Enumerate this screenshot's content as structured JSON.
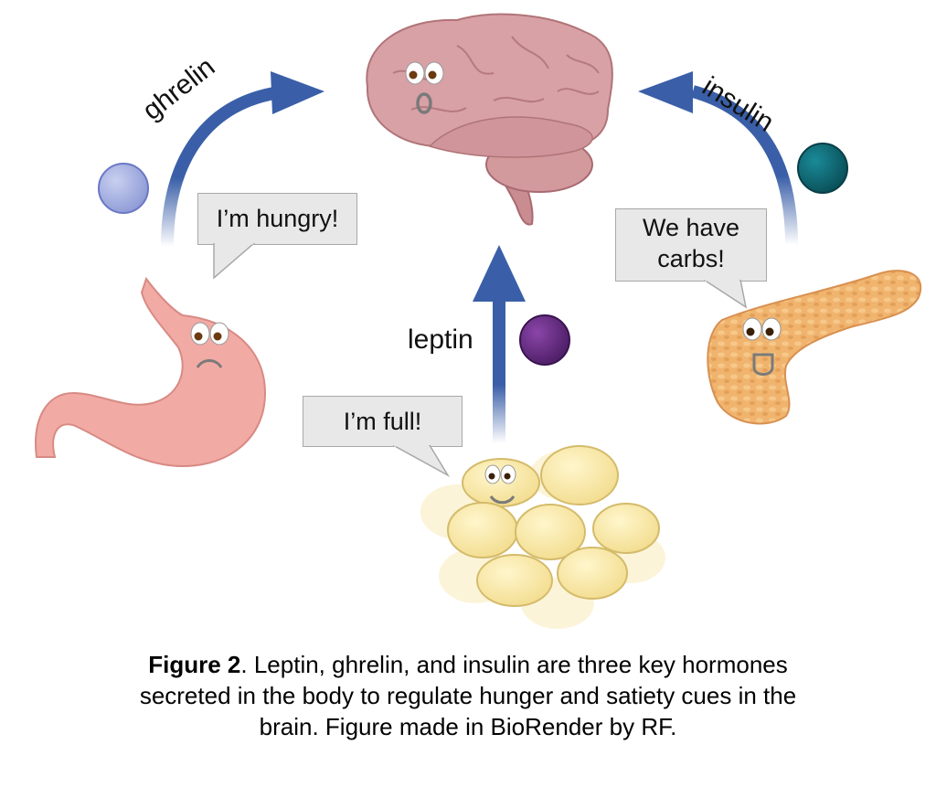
{
  "figure": {
    "hormones": [
      {
        "name": "ghrelin",
        "source": "stomach",
        "bubble": "I’m hungry!",
        "color": "#a3b0e0"
      },
      {
        "name": "leptin",
        "source": "adipose tissue",
        "bubble": "I’m full!",
        "color": "#6b2d88"
      },
      {
        "name": "insulin",
        "source": "pancreas",
        "bubble": "We have carbs!",
        "bubble_lines": [
          "We have",
          "carbs!"
        ],
        "color": "#0f6b78"
      }
    ],
    "target": "brain",
    "arrow_color": "#3a5fa8"
  },
  "caption": {
    "label": "Figure 2",
    "text": ". Leptin, ghrelin, and insulin are three key hormones secreted in the body to regulate hunger and satiety cues in the brain. Figure made in BioRender by RF.",
    "lines": [
      ". Leptin, ghrelin, and insulin are three key hormones",
      "secreted in the body to regulate hunger and satiety cues in the",
      "brain. Figure made in BioRender by RF."
    ]
  }
}
